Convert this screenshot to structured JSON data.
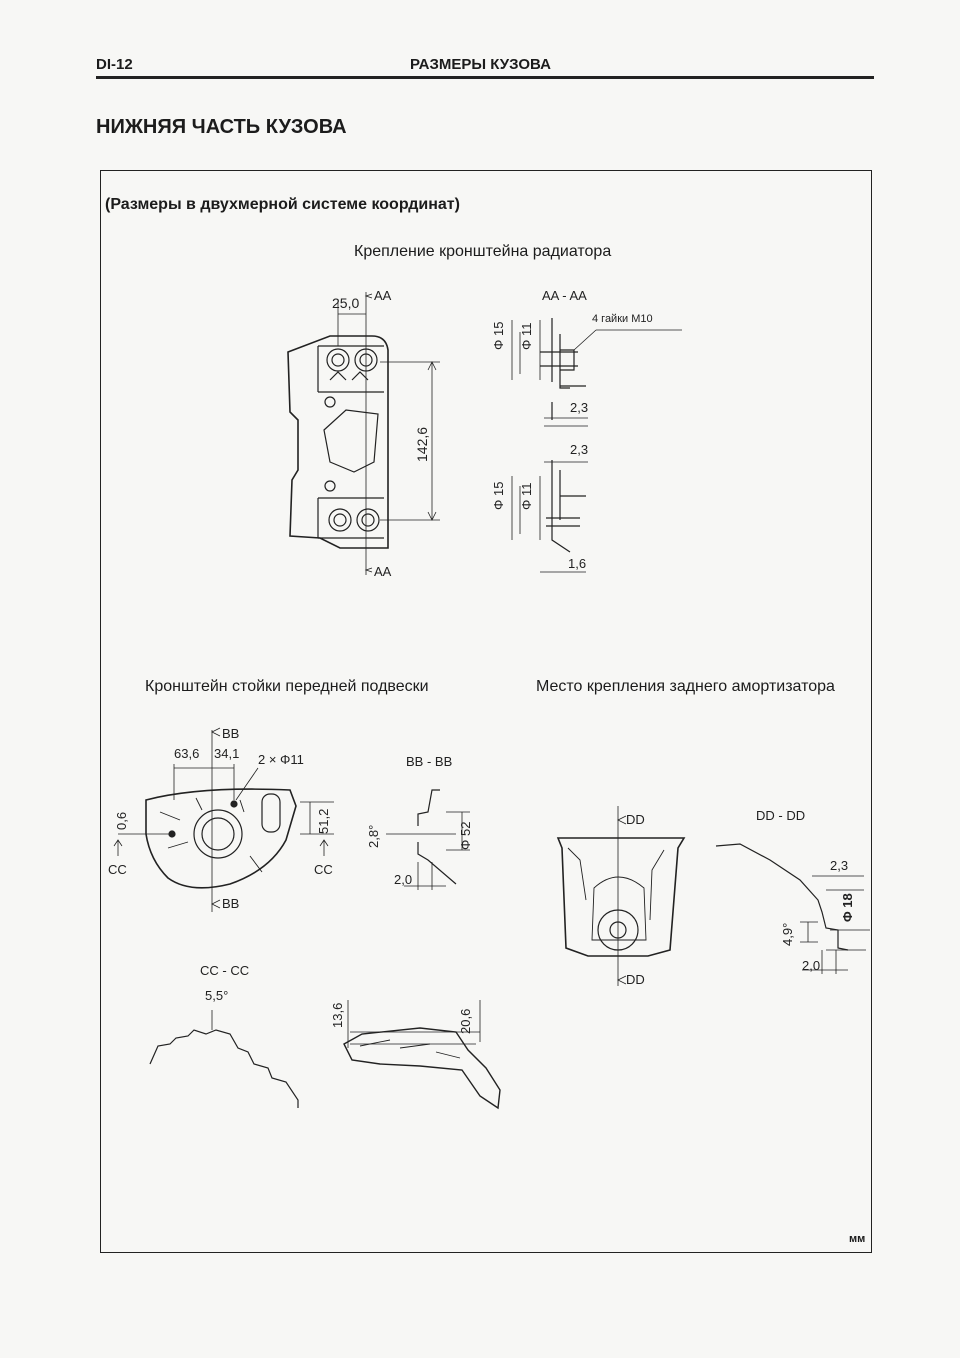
{
  "header": {
    "page_code": "DI-12",
    "title": "РАЗМЕРЫ КУЗОВА"
  },
  "section_title": "НИЖНЯЯ ЧАСТЬ КУЗОВА",
  "frame_caption": "(Размеры в двухмерной системе координат)",
  "figures": {
    "radiator": {
      "title": "Крепление кронштейна радиатора",
      "dim_width": "25,0",
      "dim_height": "142,6",
      "section_mark": "AA",
      "section_title": "AA - AA",
      "nut_label": "4 гайки M10",
      "dia_large": "Φ 15",
      "dia_small": "Φ 11",
      "gap_top_a": "2,3",
      "gap_top_b": "2,3",
      "gap_bottom": "1,6"
    },
    "strut": {
      "title": "Кронштейн стойки передней подвески",
      "dim_a": "63,6",
      "dim_b": "34,1",
      "holes": "2 × Φ11",
      "dim_left": "0,6",
      "dim_right": "51,2",
      "section_mark_bb": "BB",
      "section_mark_cc": "CC",
      "bb_title": "BB - BB",
      "angle": "2,8°",
      "dia": "Φ 52",
      "thickness": "2,0",
      "cc_title": "CC - CC",
      "cc_angle": "5,5°",
      "dim_h1": "13,6",
      "dim_h2": "20,6"
    },
    "shock": {
      "title": "Место крепления заднего амортизатора",
      "section_mark": "DD",
      "section_title": "DD - DD",
      "dim_a": "2,3",
      "dia": "Φ 18",
      "angle": "4,9°",
      "thickness": "2,0"
    }
  },
  "units": "мм"
}
